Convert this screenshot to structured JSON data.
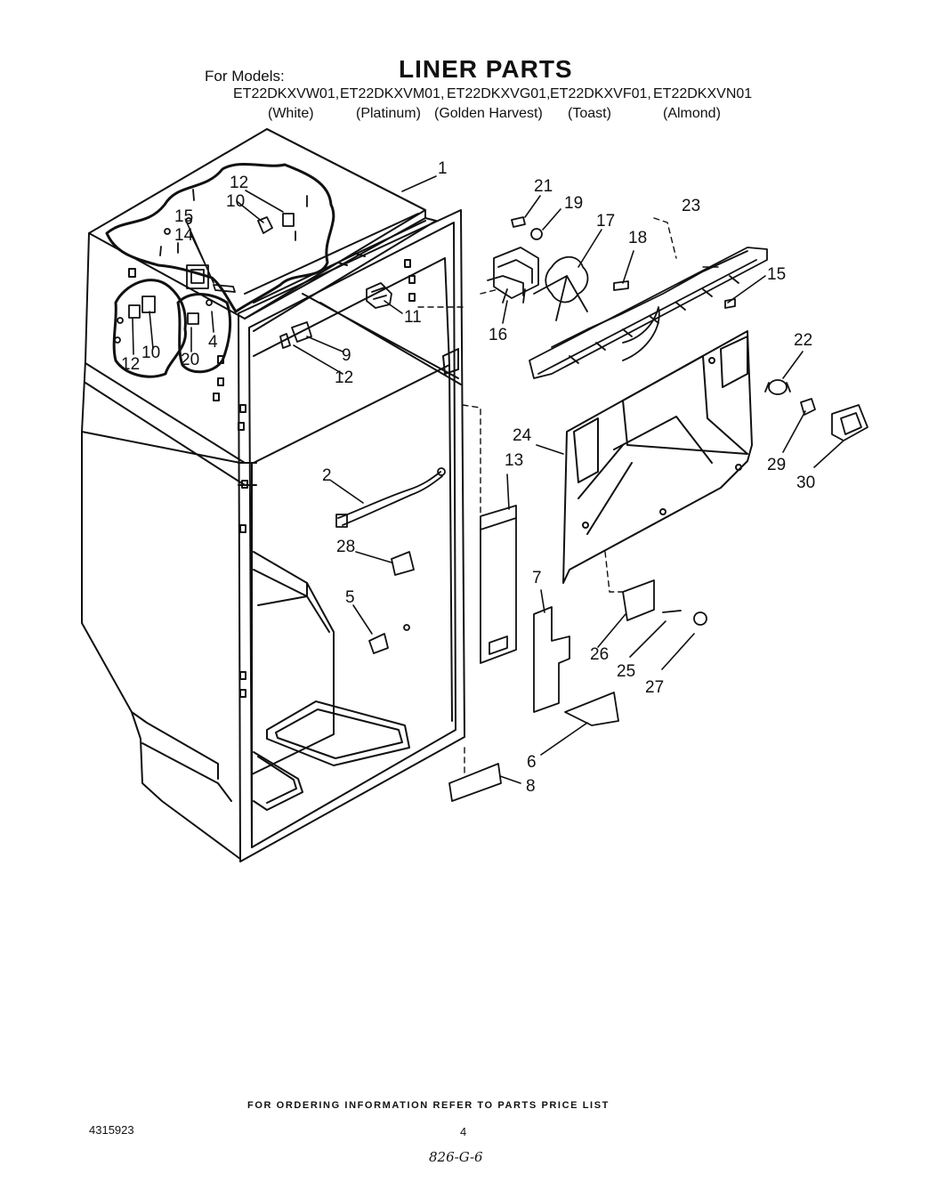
{
  "header": {
    "for_models_label": "For Models:",
    "title": "LINER PARTS",
    "models": [
      "ET22DKXVW01,",
      "ET22DKXVM01,",
      "ET22DKXVG01,",
      "ET22DKXVF01,",
      "ET22DKXVN01"
    ],
    "colors": [
      "(White)",
      "(Platinum)",
      "(Golden Harvest)",
      "(Toast)",
      "(Almond)"
    ]
  },
  "callouts": {
    "c1": "1",
    "c2": "2",
    "c4": "4",
    "c5": "5",
    "c6": "6",
    "c7": "7",
    "c8": "8",
    "c9": "9",
    "c10": "10",
    "c11": "11",
    "c12": "12",
    "c13": "13",
    "c14": "14",
    "c15": "15",
    "c16": "16",
    "c17": "17",
    "c18": "18",
    "c19": "19",
    "c20": "20",
    "c21": "21",
    "c22": "22",
    "c23": "23",
    "c24": "24",
    "c25": "25",
    "c26": "26",
    "c27": "27",
    "c28": "28",
    "c29": "29",
    "c30": "30"
  },
  "footer": {
    "ordering_note": "FOR ORDERING INFORMATION REFER TO PARTS PRICE LIST",
    "doc_number": "4315923",
    "page_number": "4",
    "handwritten_code": "826-G-6"
  }
}
